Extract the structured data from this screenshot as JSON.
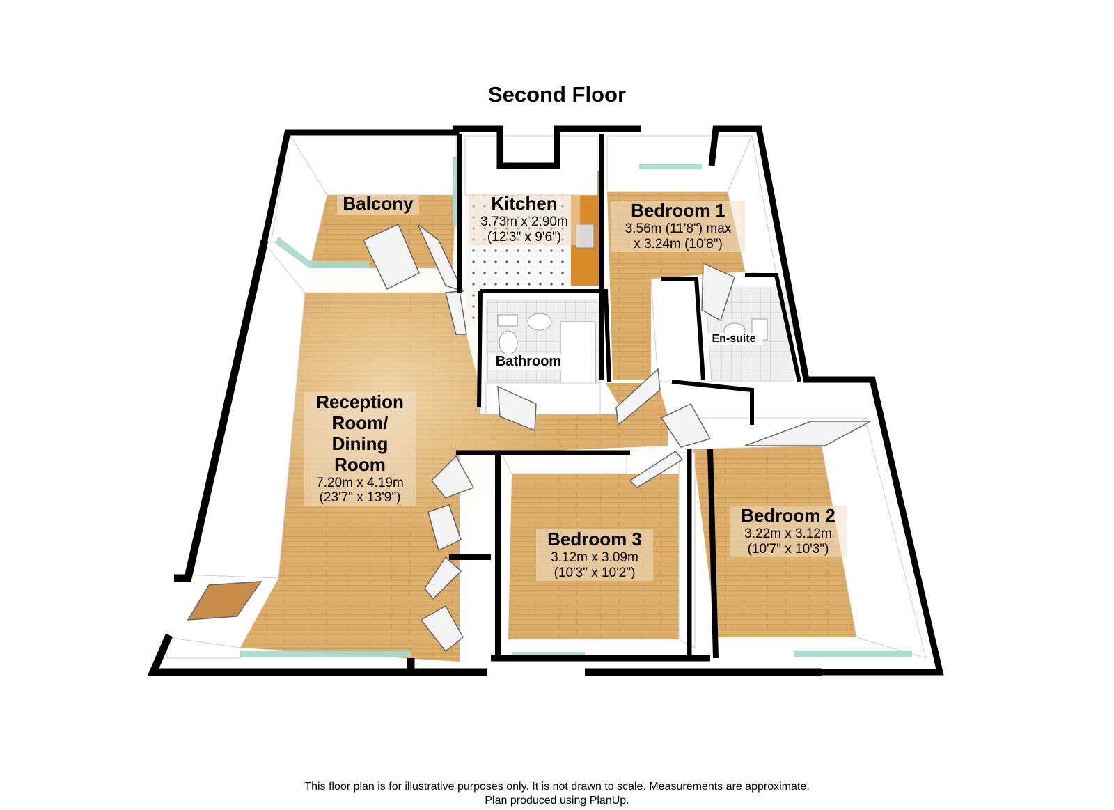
{
  "title": "Second Floor",
  "rooms": {
    "balcony": {
      "name": "Balcony"
    },
    "kitchen": {
      "name": "Kitchen",
      "dim1": "3.73m x 2.90m",
      "dim2": "(12'3\" x 9'6\")"
    },
    "bedroom1": {
      "name": "Bedroom 1",
      "dim1": "3.56m (11'8\") max",
      "dim2": "x 3.24m (10'8\")"
    },
    "ensuite": {
      "name": "En-suite"
    },
    "bathroom": {
      "name": "Bathroom"
    },
    "reception": {
      "name_line1": "Reception",
      "name_line2": "Room/",
      "name_line3": "Dining",
      "name_line4": "Room",
      "dim1": "7.20m x 4.19m",
      "dim2": "(23'7\" x 13'9\")"
    },
    "bedroom3": {
      "name": "Bedroom 3",
      "dim1": "3.12m x 3.09m",
      "dim2": "(10'3\" x 10'2\")"
    },
    "bedroom2": {
      "name": "Bedroom 2",
      "dim1": "3.22m x 3.12m",
      "dim2": "(10'7\" x 10'3\")"
    }
  },
  "disclaimer": {
    "line1": "This floor plan is for illustrative purposes only. It is not drawn to scale. Measurements are approximate.",
    "line2": "Plan produced using PlanUp."
  },
  "colors": {
    "wood_floor": "#d9a862",
    "wood_floor_light": "#ecc98d",
    "tile_floor": "#f2f2f2",
    "wall_fill": "#ffffff",
    "wall_outline": "#000000",
    "window_glass": "#9fd4c9",
    "door": "#f4f4f4"
  }
}
